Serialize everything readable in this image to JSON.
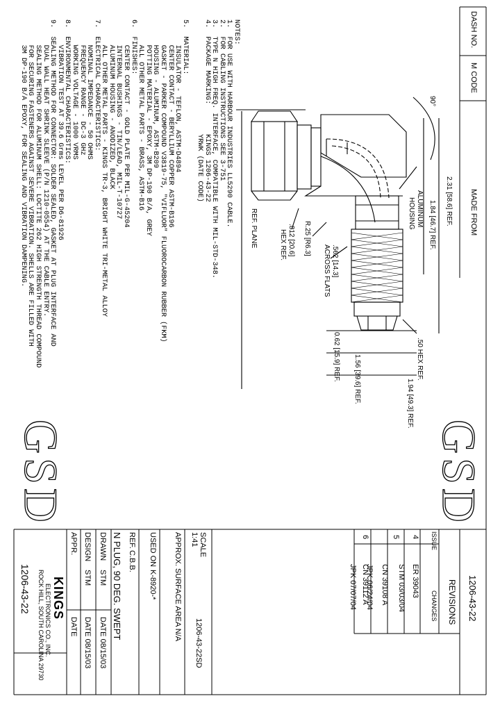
{
  "header_cols": {
    "dash_no": "DASH NO.",
    "m_code": "M CODE",
    "made_from": "MADE FROM"
  },
  "notes": {
    "title": "NOTES:",
    "lines": [
      "1.  FOR USE WITH HARBOUR INDUSTRIES LL5290 CABLE.",
      "2.  FOR CABLING INSTRUCTIONS SEE 3-751",
      "3.  TYPE N HIGH FREQ. INTERFACE, COMPATIBLE WITH MIL-STD-348.",
      "4.  PACKAGE MARKING:       KINGS 1206-43-22",
      "                           YRWK (DATE CODE)",
      "",
      "5.  MATERIAL:",
      "      INSULATOR - TEFLON, ASTM-D4894",
      "      CENTER CONTACT - BERYLLIUM COPPER ASTM-B196",
      "      GASKET - PARKER COMPOUND V3819-75, \"VIFLUOR\" FLUOROCARBON RUBBER (FKM)",
      "      HOUSING - ALUMINUM, ASTM-B209",
      "      POTTING MATERIAL - EPOXY, 3M DP-190 B/A, GREY",
      "      ALL OTHER METAL PARTS - BRASS, ASTM-B16",
      "6.  FINISHES:",
      "      CENTER CONTACT - GOLD PLATE PER MIL-G-45204",
      "      INTERNAL BUSHINGS - TIN/LEAD, MIL-T-10727",
      "      ALUMINUM HOUSING - ANODIZED, BLACK",
      "      ALL OTHER METAL PARTS - KINGS TR-3, BRIGHT WHITE TRI-METAL ALLOY",
      "7.  ELECTRICAL CHARACTERISTICS:",
      "      NOMINAL IMPEDANCE - 50 OHMS",
      "      FREQUENCY RANGE - DC-3 GHz",
      "      WORKING VOLTAGE - 1000 VRMS",
      "8.  ENVIRONMENTAL CHARACTERISTICS:",
      "      VIBRATION TEST AT 39.6 Grms LEVEL PER D6-81926",
      "9.  SEALING METHOD FOR CONNECTOR: SOLDER SEALED, GASKET AT PLUG INTERFACE AND",
      "      DUAL WALL HEAT SHRINK SLEEVE (P/N 1210-0554) AT THE CABLE ENTRY.",
      "      SEALING METHOD FOR ALUMINUM SHELL: LOCTITE 262 HIGH STRENGTH THREAD COMPOUND",
      "      FOR SECURING FASTENERS AGAINST SEVERE VIBRATION. SHELLS ARE FILLED WITH",
      "      3M DP-190 B/A EPOXY, FOR SEALING AND VIBRATION DAMPENING."
    ]
  },
  "drawing": {
    "angle": "90°",
    "housing_label_1": "ALUMINUM",
    "housing_label_2": "HOUSING",
    "dim_231": "2.31  [58.6] REF.",
    "dim_184": "1.84  [46.7] REF.",
    "dim_r25": "R.25 [R6.3]",
    "dim_812_1": ".812 [20.6]",
    "dim_812_2": "HEX REF.",
    "dim_562_1": ".562  [14.3]",
    "dim_562_2": "ACROSS FLATS",
    "ref_plane": "REF. PLANE",
    "dim_062": "0.62  [15.9] REF.",
    "dim_156": "1.56  [39.6] REF.",
    "dim_194": "1.94  [49.3] REF.",
    "dim_50hex": ".50  HEX REF."
  },
  "logo": {
    "text": "GSD"
  },
  "title_block": {
    "part_no_top": "1206-43-22",
    "revisions": "REVISIONS",
    "issue_hdr": "ISSUE",
    "changes_hdr": "CHANGES",
    "revs": [
      {
        "issue": "4",
        "change_a": "ER  39043",
        "change_b": "STM  03/03/04"
      },
      {
        "issue": "5",
        "change_a": "CN  39108  A",
        "change_b": "JPK  06/24/04"
      },
      {
        "issue": "6",
        "change_a": "CN  39112  A",
        "change_b": "JPK  07/07/04"
      }
    ],
    "scale_label": "SCALE",
    "scale_value": "1:41",
    "dwg_ref": "1206-43-22SD",
    "approx_area": "APPROX. SURFACE AREA  N/A",
    "used_on_label": "USED ON",
    "used_on_value": "K-8920-*",
    "ref_label": "REF.",
    "ref_value": "C.B.B.",
    "description": "N PLUG, 90 DEG. SWEPT",
    "drawn_label": "DRAWN",
    "drawn_by": "STM",
    "drawn_date": "DATE  08/15/03",
    "design_label": "DESIGN",
    "design_by": "STM",
    "design_date": "DATE  08/15/03",
    "appr_label": "APPR.",
    "appr_date": "DATE",
    "company_logo": "KINGS",
    "company_1": "ELECTRONICS CO., INC.",
    "company_2": "ROCK HILL, SOUTH CAROLINA  29730",
    "part_no_bottom": "1206-43-22"
  }
}
